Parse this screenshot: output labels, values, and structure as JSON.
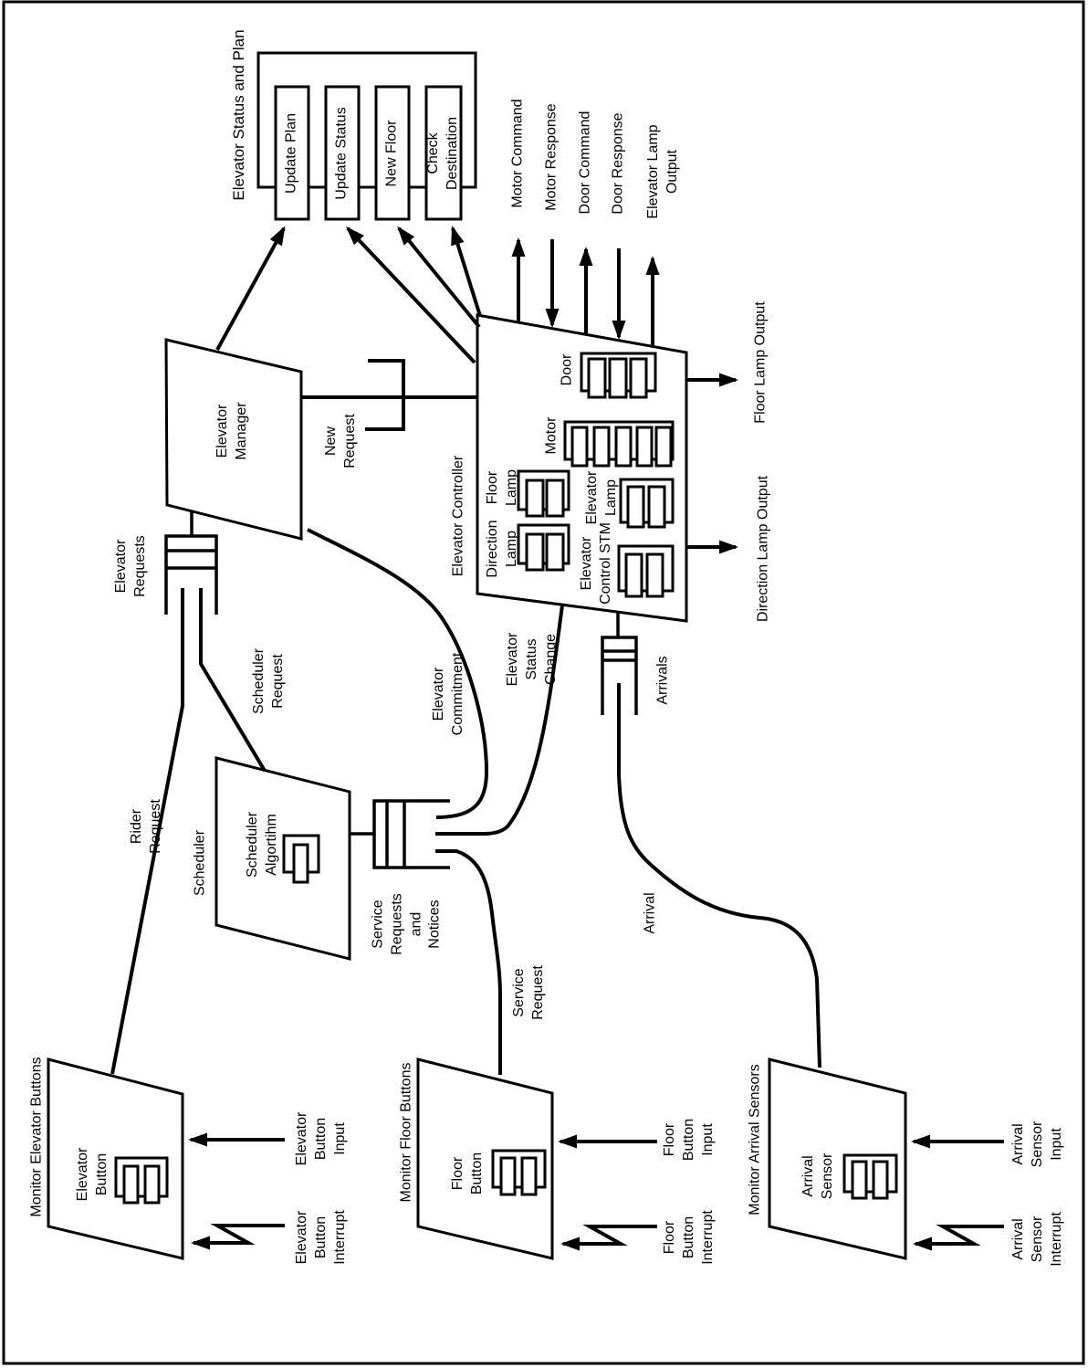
{
  "page": {
    "background": "#ffffff",
    "ink": "#000000"
  },
  "status_plan": {
    "title": "Elevator Status and Plan",
    "modules": [
      "Update Plan",
      "Update Status",
      "New Floor",
      "Check\nDestination"
    ]
  },
  "io_flows": {
    "motor_command": "Motor Command",
    "motor_response": "Motor Response",
    "door_command": "Door Command",
    "door_response": "Door Response",
    "elevator_lamp_output": "Elevator Lamp\nOutput",
    "floor_lamp_output": "Floor Lamp Output",
    "direction_lamp_output": "Direction Lamp Output"
  },
  "tasks": {
    "elevator_manager": {
      "label": "Elevator\nManager"
    },
    "elevator_controller": {
      "label": "Elevator Controller",
      "modules": {
        "door": "Door",
        "motor": "Motor",
        "floor_lamp": "Floor\nLamp",
        "direction_lamp": "Direction\nLamp",
        "elevator_lamp": "Elevator\nLamp",
        "elevator_control_stm": "Elevator\nControl STM"
      }
    },
    "scheduler": {
      "label": "Scheduler",
      "module": "Scheduler\nAlgortihm"
    },
    "monitor_elevator_buttons": {
      "label": "Monitor Elevator Buttons",
      "module": "Elevator\nButton"
    },
    "monitor_floor_buttons": {
      "label": "Monitor Floor Buttons",
      "module": "Floor\nButton"
    },
    "monitor_arrival_sensors": {
      "label": "Monitor Arrival Sensors",
      "module": "Arrival\nSensor"
    }
  },
  "queues": {
    "elevator_requests": "Elevator\nRequests",
    "service_requests_and_notices": "Service\nRequests\nand\nNotices",
    "arrivals": "Arrivals"
  },
  "messages": {
    "new_request": "New\nRequest",
    "rider_request": "Rider\nRequest",
    "scheduler_request": "Scheduler\nRequest",
    "elevator_commitment": "Elevator\nCommitment",
    "elevator_status_change": "Elevator\nStatus\nChange",
    "service_request": "Service\nRequest",
    "arrival": "Arrival"
  },
  "inputs": {
    "elevator_button_input": "Elevator\nButton\nInput",
    "elevator_button_interrupt": "Elevator\nButton\nInterrupt",
    "floor_button_input": "Floor\nButton\nInput",
    "floor_button_interrupt": "Floor\nButton\nInterrupt",
    "arrival_sensor_input": "Arrival\nSensor\nInput",
    "arrival_sensor_interrupt": "Arrival\nSensor\nInterrupt"
  }
}
